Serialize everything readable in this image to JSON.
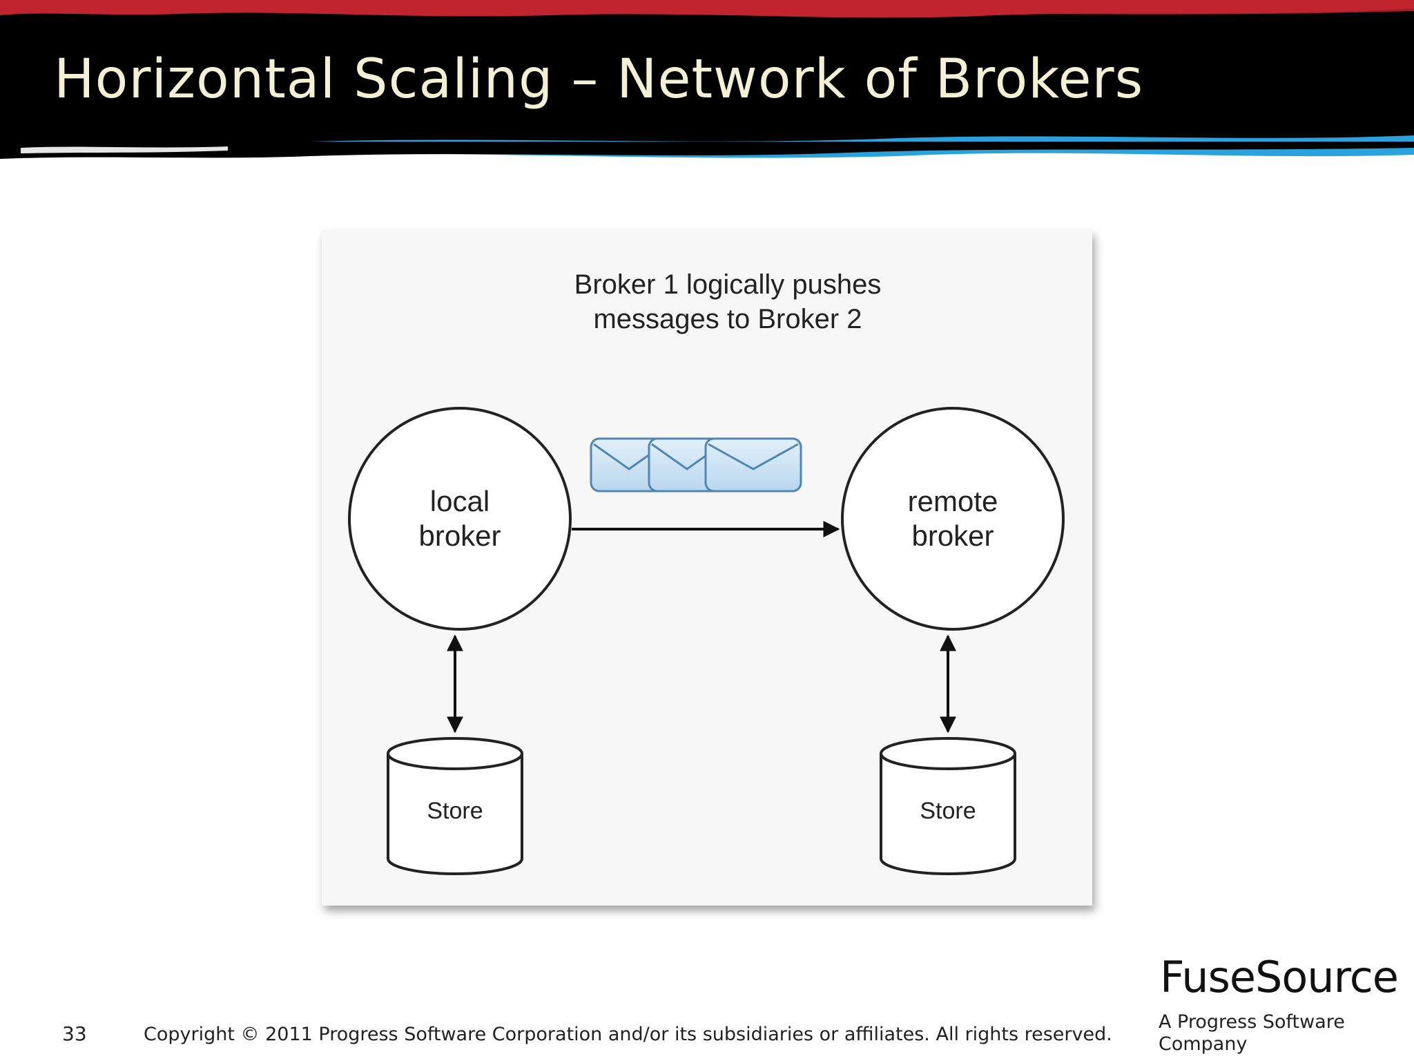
{
  "slide": {
    "title": "Horizontal Scaling – Network of Brokers",
    "page_number": "33",
    "copyright": "Copyright © 2011  Progress Software Corporation and/or its subsidiaries or affiliates. All rights reserved."
  },
  "diagram": {
    "caption": [
      "Broker 1 logically pushes",
      "messages to Broker 2"
    ],
    "local_broker": [
      "local",
      "broker"
    ],
    "remote_broker": [
      "remote",
      "broker"
    ],
    "local_store": "Store",
    "remote_store": "Store",
    "message_count": 3
  },
  "brand": {
    "name": "FuseSource",
    "tagline": [
      "A Progress Software",
      "Company"
    ]
  },
  "colors": {
    "header_black": "#000000",
    "header_red": "#c0242f",
    "header_blue": "#2aa3dc",
    "title_text": "#f4f0d6",
    "envelope_fill": "#c9e2f3",
    "envelope_stroke": "#4f86b5"
  }
}
